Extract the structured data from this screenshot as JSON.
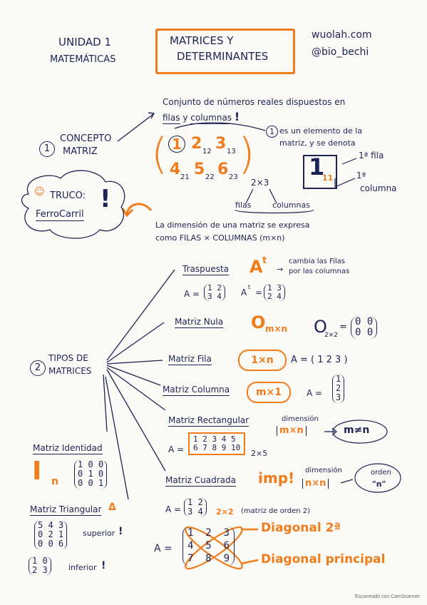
{
  "header": {
    "unit_line1": "UNIDAD 1",
    "unit_line2": "MATEMÁTICAS",
    "title_line1": "MATRICES Y",
    "title_line2": "DETERMINANTES",
    "site": "wuolah.com",
    "handle": "@bio_bechi"
  },
  "concepto": {
    "number": "1",
    "label_line1": "CONCEPTO",
    "label_line2": "MATRIZ",
    "definition_line1": "Conjunto de números reales dispuestos en",
    "definition_line2_a": "filas",
    "definition_line2_b": "y",
    "definition_line2_c": "columnas",
    "definition_bang": "!",
    "element_note_line1": "es un elemento de la",
    "element_note_line2": "matriz, y se denota",
    "element_symbol": "1",
    "element_sub": "11",
    "first_row": "1ª fila",
    "first_col_line1": "1ª",
    "first_col_line2": "columna",
    "matrix_row1": [
      "1",
      "2",
      "3"
    ],
    "matrix_row1_sub": [
      "",
      "12",
      "13"
    ],
    "matrix_row2": [
      "4",
      "5",
      "6"
    ],
    "matrix_row2_sub": [
      "21",
      "22",
      "23"
    ],
    "dim": "2×3",
    "dim_rows": "filas",
    "dim_cols": "columnas",
    "dim_note_line1": "La dimensión de una matriz se expresa",
    "dim_note_line2": "como FILAS × COLUMNAS (m×n)"
  },
  "truco": {
    "label": "TRUCO:",
    "value": "FerroCarril",
    "bang": "!"
  },
  "tipos": {
    "number": "2",
    "label_line1": "TIPOS DE",
    "label_line2": "MATRICES",
    "traspuesta": {
      "label": "Traspuesta",
      "symbol": "A",
      "sup": "t",
      "note_line1": "cambia las Filas",
      "note_line2": "por las columnas",
      "eq_a": "A =",
      "eq_a_matrix": "1 2\n3 4",
      "eq_at": "A",
      "eq_at_sup": "t",
      "eq_at_eq": "=",
      "eq_at_matrix": "1 3\n2 4"
    },
    "nula": {
      "label": "Matriz Nula",
      "symbol": "O",
      "sub": "m×n",
      "example_symbol": "O",
      "example_sub": "2×2",
      "example_eq": "=",
      "example_matrix": "0 0\n0 0"
    },
    "fila": {
      "label": "Matriz Fila",
      "badge": "1×n",
      "example": "A = ( 1 2 3 )"
    },
    "columna": {
      "label": "Matriz Columna",
      "badge": "m×1",
      "example_eq": "A =",
      "example_matrix": "1\n2\n3"
    },
    "rectangular": {
      "label": "Matriz Rectangular",
      "dim_label": "dimensión",
      "dim_value": "m×n",
      "result": "m≠n",
      "example_eq": "A =",
      "example_matrix": "1 2 3 4 5\n6 7 8 9 10",
      "example_dim": "2×5"
    },
    "identidad": {
      "label": "Matriz Identidad",
      "symbol": "I",
      "sub": "n",
      "matrix": "1 0 0\n0 1 0\n0 0 1"
    },
    "cuadrada": {
      "label": "Matriz Cuadrada",
      "badge": "imp!",
      "dim_label": "dimensión",
      "dim_value": "n×n",
      "result_line1": "orden",
      "result_line2": "\"n\"",
      "example_eq": "A =",
      "example_matrix": "1 2\n3 4",
      "example_dim": "2×2",
      "example_note": "(matriz de orden 2)",
      "big_eq": "A =",
      "big_matrix": "1  2  3\n4  5  6\n7  8  9",
      "diag2": "Diagonal 2ª",
      "diag_main": "Diagonal principal"
    },
    "triangular": {
      "label": "Matriz Triangular",
      "symbol": "Δ",
      "sup_matrix": "5 4 3\n0 2 1\n0 0 6",
      "sup_label": "superior",
      "sup_bang": "!",
      "inf_matrix": "1 0\n2 3",
      "inf_label": "inferior",
      "inf_bang": "!"
    }
  },
  "footer": "Escaneado con CamScanner",
  "colors": {
    "ink": "#1c2456",
    "accent": "#f07c1b"
  }
}
